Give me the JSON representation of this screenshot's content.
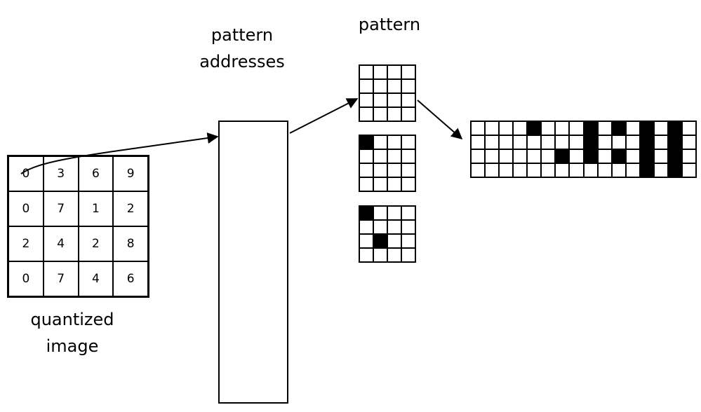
{
  "labels": {
    "pattern_addresses_line1": "pattern",
    "pattern_addresses_line2": "addresses",
    "pattern": "pattern",
    "quantized_line1": "quantized",
    "quantized_line2": "image"
  },
  "quantized_image": [
    [
      "0",
      "3",
      "6",
      "9"
    ],
    [
      "0",
      "7",
      "1",
      "2"
    ],
    [
      "2",
      "4",
      "2",
      "8"
    ],
    [
      "0",
      "7",
      "4",
      "6"
    ]
  ],
  "patterns": [
    {
      "on": []
    },
    {
      "on": [
        [
          0,
          0
        ]
      ]
    },
    {
      "on": [
        [
          0,
          0
        ],
        [
          2,
          1
        ]
      ]
    }
  ],
  "output_strip": {
    "rows": 4,
    "cols": 16,
    "on": [
      [
        0,
        4
      ],
      [
        0,
        8
      ],
      [
        0,
        10
      ],
      [
        0,
        12
      ],
      [
        0,
        14
      ],
      [
        1,
        8
      ],
      [
        1,
        12
      ],
      [
        1,
        14
      ],
      [
        2,
        6
      ],
      [
        2,
        8
      ],
      [
        2,
        10
      ],
      [
        2,
        12
      ],
      [
        2,
        14
      ],
      [
        3,
        12
      ],
      [
        3,
        14
      ]
    ]
  }
}
